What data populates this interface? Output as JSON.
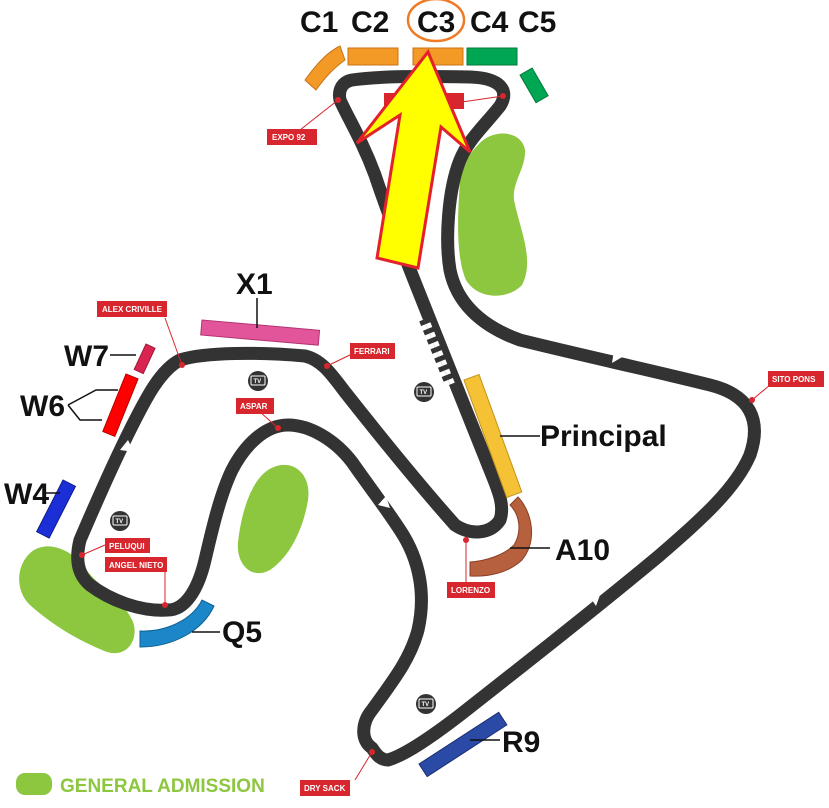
{
  "colors": {
    "track": "#333333",
    "general_admission": "#8dc63f",
    "corner_tag": "#d7262d",
    "arrow_fill": "#ffff00",
    "arrow_stroke": "#e4202a",
    "highlight_ring": "#f07b26"
  },
  "stands": [
    {
      "id": "C1",
      "label": "C1",
      "color": "#f39a26"
    },
    {
      "id": "C2",
      "label": "C2",
      "color": "#f39a26"
    },
    {
      "id": "C3",
      "label": "C3",
      "color": "#f39a26",
      "highlighted": true
    },
    {
      "id": "C4",
      "label": "C4",
      "color": "#00a651"
    },
    {
      "id": "C5",
      "label": "C5",
      "color": "#00a651"
    },
    {
      "id": "X1",
      "label": "X1",
      "color": "#e2559a"
    },
    {
      "id": "W7",
      "label": "W7",
      "color": "#d9244f"
    },
    {
      "id": "W6",
      "label": "W6",
      "color": "#ff0000"
    },
    {
      "id": "W4",
      "label": "W4",
      "color": "#1c2fd6"
    },
    {
      "id": "Principal",
      "label": "Principal",
      "color": "#f4c234"
    },
    {
      "id": "A10",
      "label": "A10",
      "color": "#b6603e"
    },
    {
      "id": "Q5",
      "label": "Q5",
      "color": "#1b87c9"
    },
    {
      "id": "R9",
      "label": "R9",
      "color": "#2b4aa6"
    }
  ],
  "corners": [
    {
      "label": "EXPO 92"
    },
    {
      "label": "ALEX CRIVILLE"
    },
    {
      "label": "FERRARI"
    },
    {
      "label": "ASPAR"
    },
    {
      "label": "SITO PONS"
    },
    {
      "label": "PELUQUI"
    },
    {
      "label": "ANGEL NIETO"
    },
    {
      "label": "LORENZO"
    },
    {
      "label": "DRY SACK"
    }
  ],
  "tv_icons": [
    {
      "label": "TV"
    },
    {
      "label": "TV"
    },
    {
      "label": "TV"
    },
    {
      "label": "TV"
    }
  ],
  "legend": {
    "general_admission_label": "GENERAL ADMISSION"
  }
}
